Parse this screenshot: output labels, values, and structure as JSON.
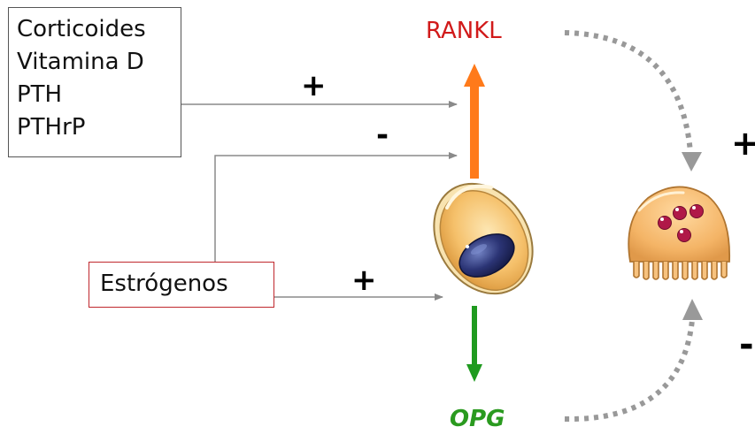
{
  "hormones": {
    "items": [
      "Corticoides",
      "Vitamina D",
      "PTH",
      "PTHrP"
    ]
  },
  "estrogen": {
    "label": "Estrógenos"
  },
  "signs": {
    "hormones_effect": "+",
    "estrogen_upper": "-",
    "estrogen_lower": "+",
    "rankl_to_osteoclast": "+",
    "opg_to_osteoclast": "-"
  },
  "outputs": {
    "rankl": "RANKL",
    "opg": "OPG"
  },
  "colors": {
    "rankl_text": "#d11a1a",
    "rankl_arrow": "#ff7a1a",
    "opg_text": "#2a9a1f",
    "opg_arrow": "#1f9a1f",
    "estrogen_border": "#c0282d",
    "connector_line": "#8a8a8a",
    "dotted_arrow": "#999999",
    "cell_body": "#f2b460",
    "nucleus": "#27306a",
    "osteoclast_nuclei": "#b01848"
  }
}
